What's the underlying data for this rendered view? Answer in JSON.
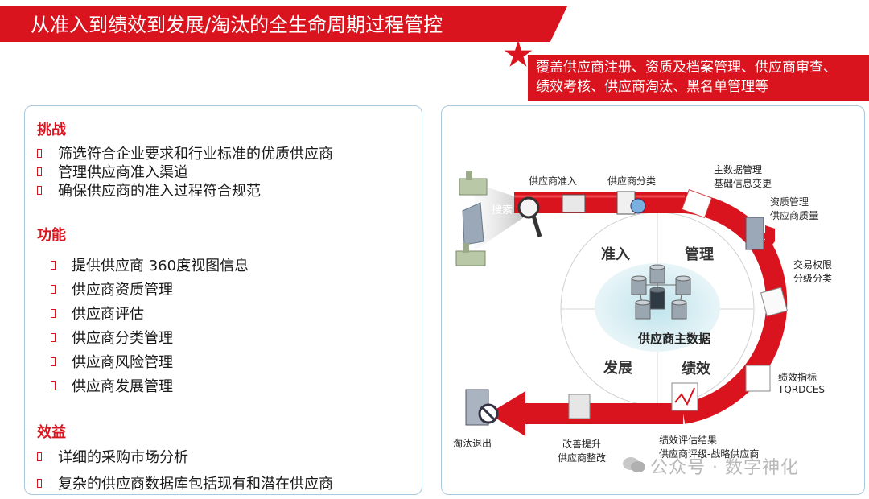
{
  "header": {
    "title": "从准入到绩效到发展/淘汰的全生命周期过程管控",
    "coverage_line1": "覆盖供应商注册、资质及档案管理、供应商审查、",
    "coverage_line2": "绩效考核、供应商淘汰、黑名单管理等"
  },
  "left": {
    "challenge": {
      "title": "挑战",
      "items": [
        "筛选符合企业要求和行业标准的优质供应商",
        "管理供应商准入渠道",
        "确保供应商的准入过程符合规范"
      ]
    },
    "function": {
      "title": "功能",
      "items": [
        "提供供应商 360度视图信息",
        "供应商资质管理",
        "供应商评估",
        "供应商分类管理",
        "供应商风险管理",
        "供应商发展管理"
      ]
    },
    "benefit": {
      "title": "效益",
      "items": [
        "详细的采购市场分析",
        "复杂的供应商数据库包括现有和潜在供应商"
      ]
    }
  },
  "diagram": {
    "search": "搜索",
    "admission": "供应商准入",
    "classification": "供应商分类",
    "master_data_1": "主数据管理",
    "master_data_2": "基础信息变更",
    "qualification_1": "资质管理",
    "qualification_2": "供应商质量",
    "authority_1": "交易权限",
    "authority_2": "分级分类",
    "kpi_1": "绩效指标",
    "kpi_2": "TQRDCES",
    "eval_1": "绩效评估结果",
    "eval_2": "供应商评级-战略供应商",
    "improve_1": "改善提升",
    "improve_2": "供应商整改",
    "exit": "淘汰退出",
    "quadrants": {
      "admission": "准入",
      "management": "管理",
      "development": "发展",
      "performance": "绩效"
    },
    "center": "供应商主数据"
  },
  "watermark": "公众号 · 数字神化",
  "colors": {
    "brand_red": "#d9141e",
    "panel_border": "#a9c9dc"
  }
}
